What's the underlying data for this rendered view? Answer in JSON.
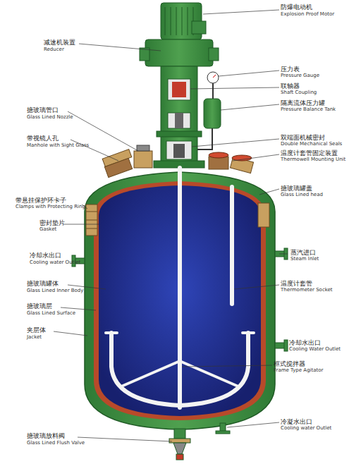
{
  "diagram": {
    "labels": [
      "防爆电动机",
      "Explosion Proof Motor",
      "减速机装置",
      "Reducer",
      "压力表",
      "Pressure Gauge",
      "联轴器",
      "Shaft Coupling",
      "隔离流体压力罐",
      "Pressure Balance Tank",
      "搪玻璃管口",
      "Glass Lined Nozzle",
      "带视镜人孔",
      "Manhole with Sight Glass",
      "双端面机械密封",
      "Double Mechanical Seals",
      "温度计套管固定装置",
      "Thermowell Mounting Unit",
      "搪玻璃罐盖",
      "Glass Lined head",
      "带悬挂保护环卡子",
      "Clamps with Protecting Ring",
      "密封垫片",
      "Gasket",
      "蒸汽进口",
      "Steam Inlet",
      "冷却水出口",
      "Cooling water Outlet",
      "搪玻璃罐体",
      "Glass Lined Inner Body",
      "温度计套管",
      "Thermometer Socket",
      "搪玻璃层",
      "Glass Lined Surface",
      "夹层体",
      "Jacket",
      "冷却水出口",
      "Cooling Water Outlet",
      "框式搅拌器",
      "Frame Type Agitator",
      "冷凝水出口",
      "Cooling water Outlet",
      "搪玻璃放料阀",
      "Glass Lined Flush Valve"
    ]
  }
}
